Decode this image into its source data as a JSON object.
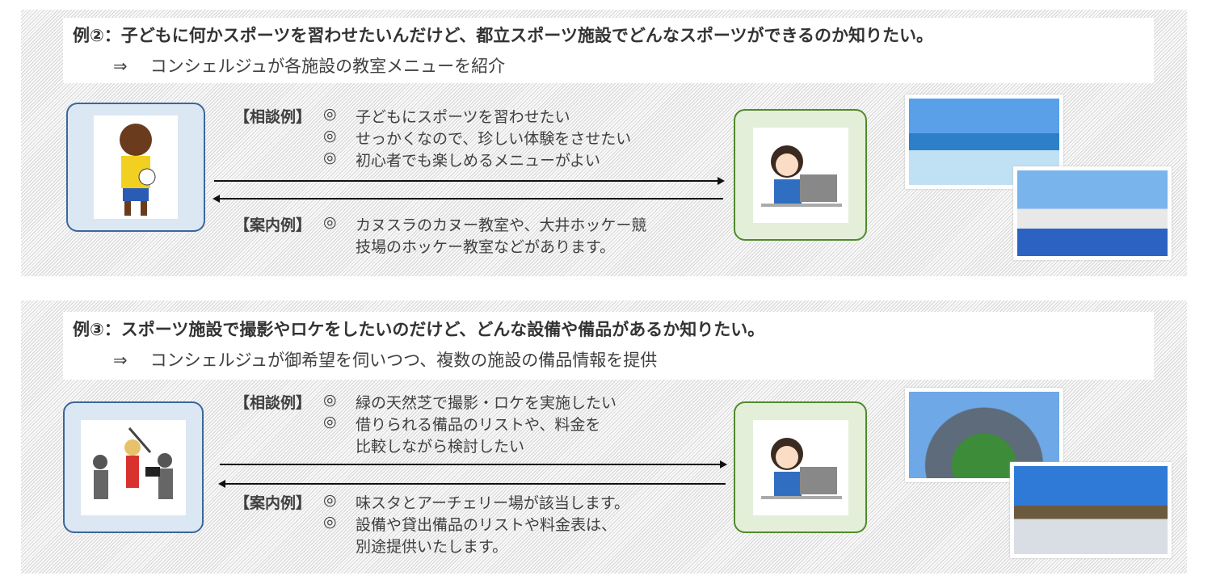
{
  "examples": [
    {
      "title": "例②：子どもに何かスポーツを習わせたいんだけど、都立スポーツ施設でどんなスポーツができるのか知りたい。",
      "arrow": "⇒",
      "answer": "コンシェルジュが各施設の教室メニューを紹介",
      "consult_label": "【相談例】",
      "guide_label": "【案内例】",
      "mark": "◎",
      "consult": [
        "子どもにスポーツを習わせたい",
        "せっかくなので、珍しい体験をさせたい",
        "初心者でも楽しめるメニューがよい"
      ],
      "guide": [
        "カヌスラのカヌー教室や、大井ホッケー競",
        "技場のホッケー教室などがあります。"
      ]
    },
    {
      "title": "例③：スポーツ施設で撮影やロケをしたいのだけど、どんな設備や備品があるか知りたい。",
      "arrow": "⇒",
      "answer": "コンシェルジュが御希望を伺いつつ、複数の施設の備品情報を提供",
      "consult_label": "【相談例】",
      "guide_label": "【案内例】",
      "mark": "◎",
      "consult": [
        "緑の天然芝で撮影・ロケを実施したい",
        "借りられる備品のリストや、料金を",
        "比較しながら検討したい"
      ],
      "guide": [
        "味スタとアーチェリー場が該当します。",
        "設備や貸出備品のリストや料金表は、",
        "別途提供いたします。"
      ]
    }
  ]
}
